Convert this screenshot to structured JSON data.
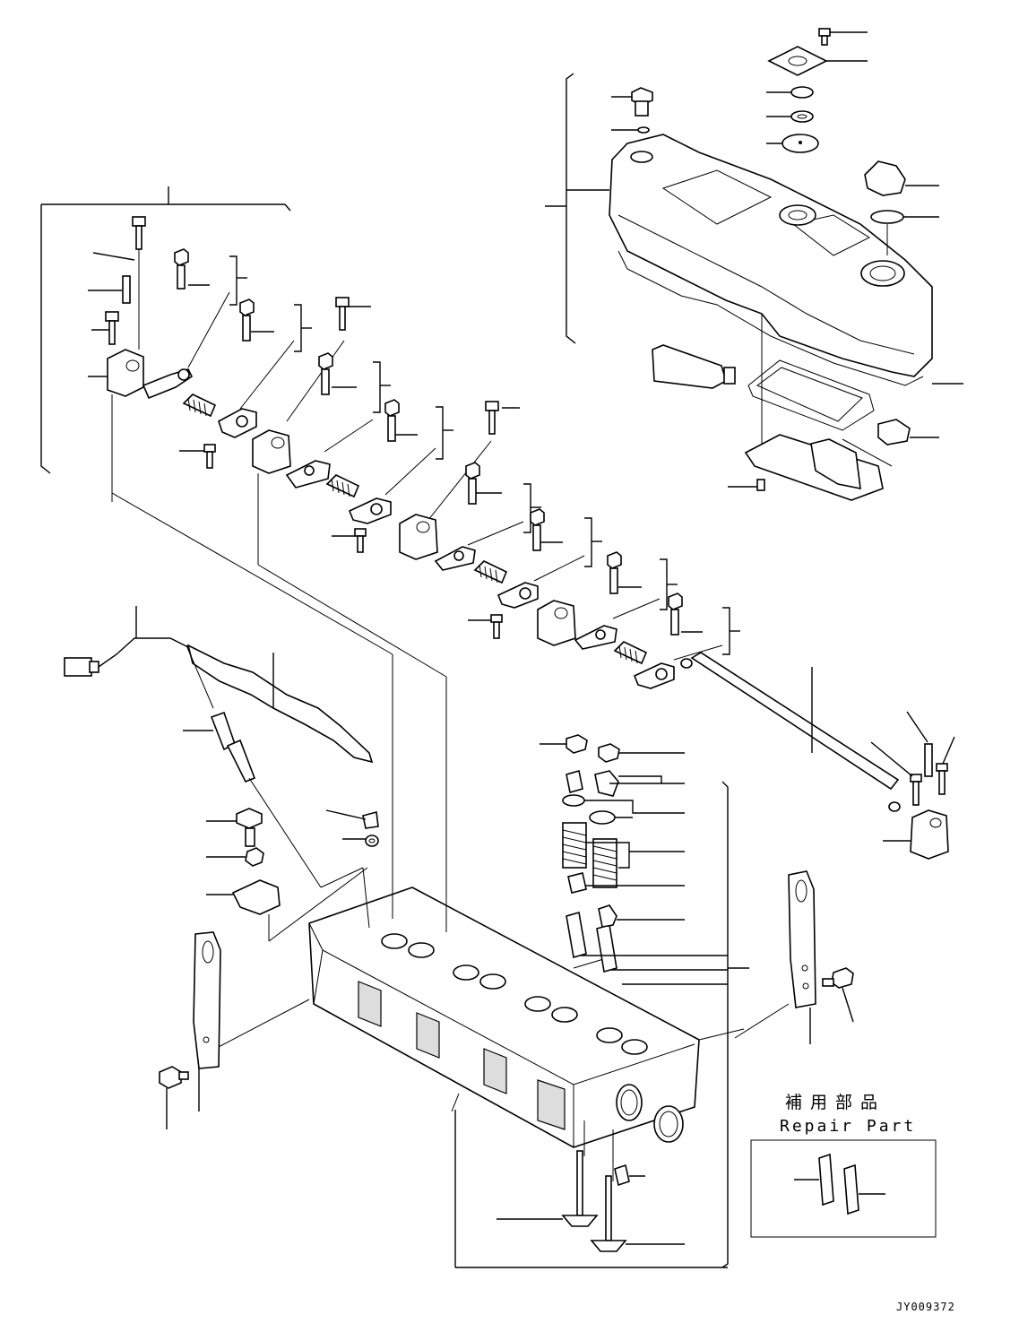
{
  "repair_box": {
    "title_jp": "補用部品",
    "title_en": "Repair Part"
  },
  "drawing_id": "JY009372"
}
